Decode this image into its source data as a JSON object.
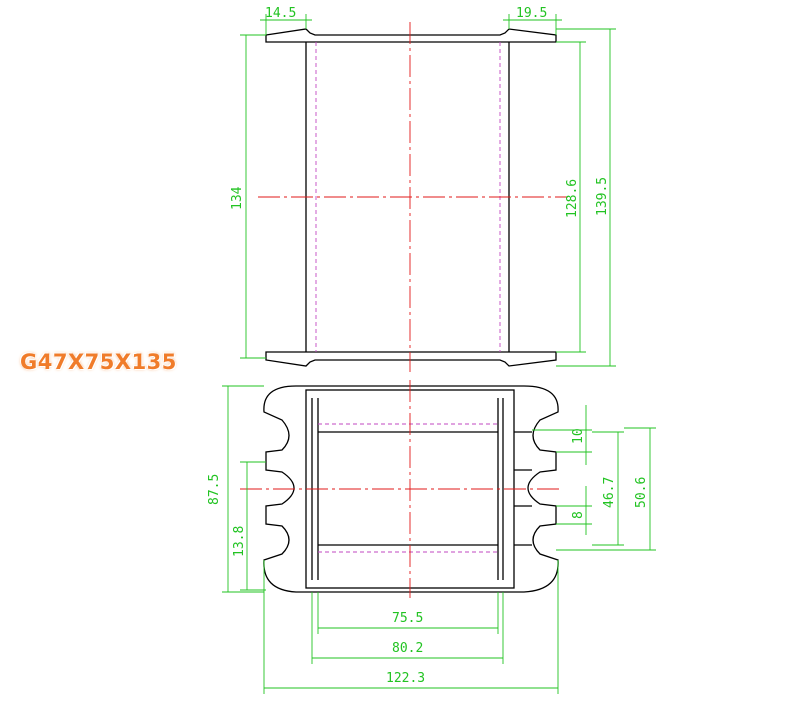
{
  "part": {
    "model_label": "G47X75X135"
  },
  "colors": {
    "object_lines": "#000000",
    "dimension_lines": "#22c322",
    "center_lines": "#e21919",
    "hidden_lines": "#c247c2",
    "model_label": "#f07c2a"
  },
  "front_view": {
    "dimensions": {
      "flange_left_overhang": "14.5",
      "flange_right_overhang": "19.5",
      "total_height_left": "134",
      "inner_height": "128.6",
      "total_height_right": "139.5"
    }
  },
  "bottom_view": {
    "dimensions": {
      "overall_height": "87.5",
      "left_step": "13.8",
      "slot_pitch_top": "10",
      "slot_pitch_bottom": "8",
      "inner_window": "46.7",
      "outer_window": "50.6",
      "core_width": "75.5",
      "inner_width": "80.2",
      "overall_width": "122.3"
    }
  }
}
